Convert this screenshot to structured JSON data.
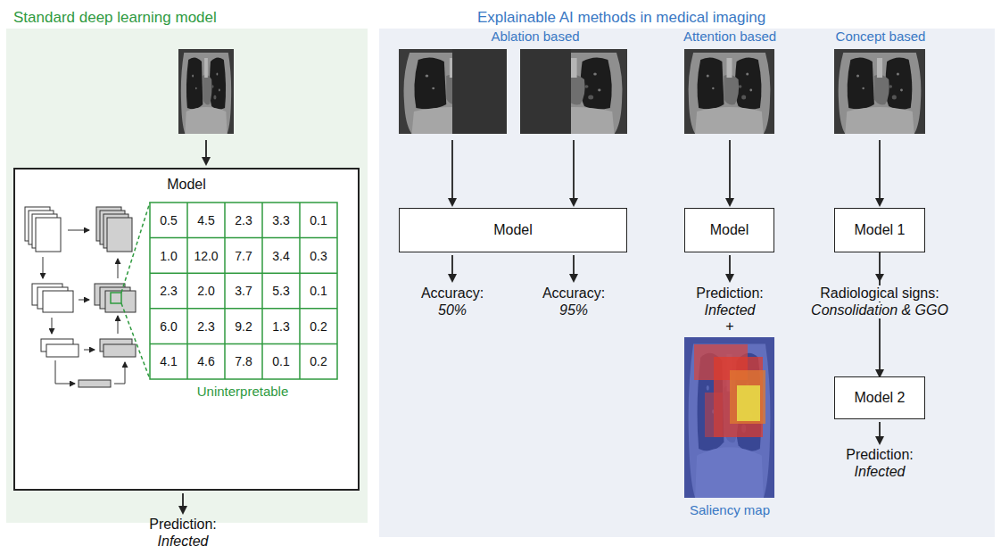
{
  "diagram": {
    "nodes": [
      {
        "text": [
          "Standard deep learning model"
        ]
      },
      {
        "text": [
          "Model"
        ],
        "in": 0
      },
      {
        "text": [
          "Explainable AI methods in medical imaging"
        ]
      },
      {
        "text": [
          "Model"
        ],
        "in": 2
      },
      {
        "text": [
          "Model"
        ],
        "in": 2
      },
      {
        "text": [
          "Model 1"
        ],
        "in": 2
      },
      {
        "text": [
          "Model 2"
        ],
        "in": 2
      }
    ],
    "edges": [
      {
        "from": 5,
        "to": 6,
        "arrow": "to"
      }
    ],
    "labels": [
      "0.5",
      "4.5",
      "2.3",
      "3.3",
      "0.1",
      "1.0",
      "12.0",
      "7.7",
      "3.4",
      "0.3",
      "2.3",
      "2.0",
      "3.7",
      "5.3",
      "0.1",
      "6.0",
      "2.3",
      "9.2",
      "1.3",
      "0.2",
      "4.1",
      "4.6",
      "7.8",
      "0.1",
      "0.2",
      "Uninterpretable",
      "Prediction:",
      "Infected",
      "Ablation based",
      "Attention based",
      "Concept based",
      "Accuracy:",
      "50%",
      "Accuracy:",
      "95%",
      "Prediction:",
      "Infected",
      "+",
      "Saliency map",
      "Radiological signs:",
      "Consolidation & GGO",
      "Prediction:",
      "Infected"
    ]
  }
}
